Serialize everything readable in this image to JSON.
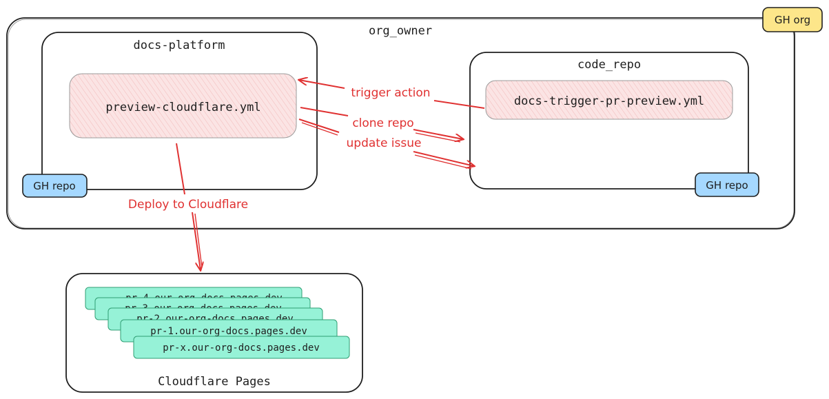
{
  "org": {
    "title": "org_owner",
    "badge": "GH org",
    "badge_color": "#fde68a"
  },
  "docs_platform": {
    "title": "docs-platform",
    "badge": "GH repo",
    "workflow": "preview-cloudflare.yml"
  },
  "code_repo": {
    "title": "code_repo",
    "badge": "GH repo",
    "workflow": "docs-trigger-pr-preview.yml"
  },
  "cloudflare": {
    "title": "Cloudflare Pages",
    "pages": [
      "pr-4.our-org-docs.pages.dev",
      "pr-3.our-org-docs.pages.dev",
      "pr-2.our-org-docs.pages.dev",
      "pr-1.our-org-docs.pages.dev",
      "pr-x.our-org-docs.pages.dev"
    ],
    "page_color": "#96f2d7"
  },
  "edges": {
    "trigger": "trigger action",
    "clone": "clone repo",
    "update": "update issue",
    "deploy": "Deploy to Cloudflare"
  },
  "colors": {
    "arrow": "#e03131",
    "workflow_fill": "#fbe4e4",
    "repo_badge": "#a5d8ff",
    "stroke": "#1e1e1e"
  }
}
